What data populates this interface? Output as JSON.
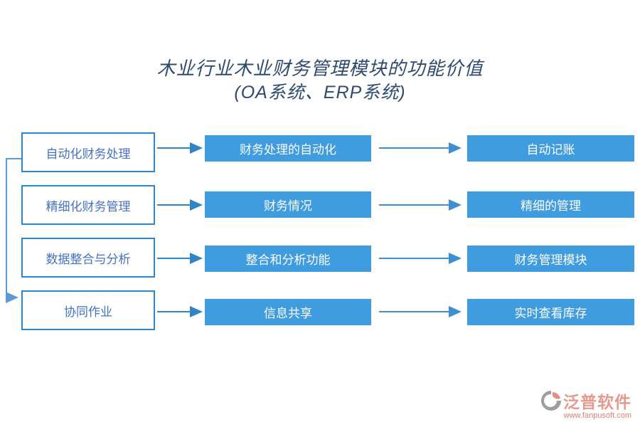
{
  "title": {
    "line1": "木业行业木业财务管理模块的功能价值",
    "line2": "(OA系统、ERP系统)"
  },
  "rows": [
    {
      "left": "自动化财务处理",
      "middle": "财务处理的自动化",
      "right": "自动记账"
    },
    {
      "left": "精细化财务管理",
      "middle": "财务情况",
      "right": "精细的管理"
    },
    {
      "left": "数据整合与分析",
      "middle": "整合和分析功能",
      "right": "财务管理模块"
    },
    {
      "left": "协同作业",
      "middle": "信息共享",
      "right": "实时查看库存"
    }
  ],
  "watermark": {
    "brand": "泛普软件",
    "url": "www.fanpusoft.com"
  },
  "colors": {
    "title": "#2e4a6e",
    "box-fill": "#3e9cdf",
    "box-border": "#2e86c8",
    "left-text": "#4472c4",
    "arrow": "#3e8fd0",
    "elbow": "#5b9bd5",
    "brand": "#e59a8e",
    "brand-url": "#e0826f",
    "logo-gray": "#9d9da2",
    "logo-salmon": "#e2907f"
  }
}
